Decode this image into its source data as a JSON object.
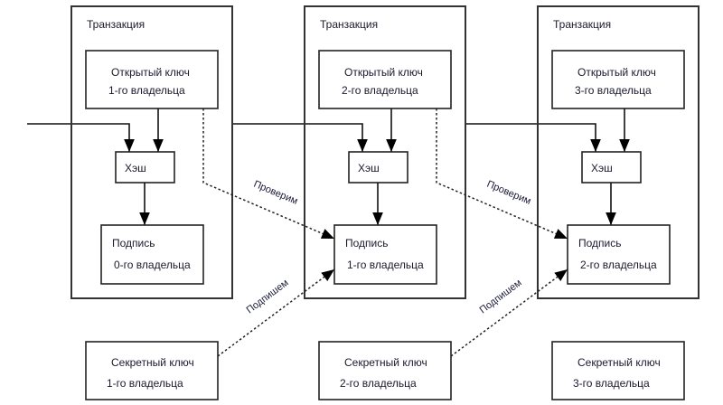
{
  "diagram": {
    "type": "bitcoin-transaction-chain",
    "transactions": [
      {
        "title": "Транзакция",
        "public_key": [
          "Открытый ключ",
          "1-го владельца"
        ],
        "hash": "Хэш",
        "signature": [
          "Подпись",
          "0-го владельца"
        ]
      },
      {
        "title": "Транзакция",
        "public_key": [
          "Открытый ключ",
          "2-го владельца"
        ],
        "hash": "Хэш",
        "signature": [
          "Подпись",
          "1-го владельца"
        ]
      },
      {
        "title": "Транзакция",
        "public_key": [
          "Открытый ключ",
          "3-го владельца"
        ],
        "hash": "Хэш",
        "signature": [
          "Подпись",
          "2-го владельца"
        ]
      }
    ],
    "secret_keys": [
      [
        "Секретный ключ",
        "1-го владельца"
      ],
      [
        "Секретный ключ",
        "2-го владельца"
      ],
      [
        "Секретный ключ",
        "3-го владельца"
      ]
    ],
    "edge_labels": {
      "verify": "Проверим",
      "sign": "Подпишем"
    },
    "edges": [
      {
        "from": "transaction-1.public_key",
        "to": "transaction-1.hash",
        "style": "solid"
      },
      {
        "from": "previous",
        "to": "transaction-1.hash",
        "style": "solid"
      },
      {
        "from": "transaction-1.hash",
        "to": "transaction-1.signature",
        "style": "solid"
      },
      {
        "from": "transaction-1",
        "to": "transaction-2.hash",
        "style": "solid"
      },
      {
        "from": "transaction-2.public_key",
        "to": "transaction-2.hash",
        "style": "solid"
      },
      {
        "from": "transaction-2.hash",
        "to": "transaction-2.signature",
        "style": "solid"
      },
      {
        "from": "transaction-2",
        "to": "transaction-3.hash",
        "style": "solid"
      },
      {
        "from": "transaction-3.public_key",
        "to": "transaction-3.hash",
        "style": "solid"
      },
      {
        "from": "transaction-3.hash",
        "to": "transaction-3.signature",
        "style": "solid"
      },
      {
        "from": "transaction-1.public_key",
        "to": "transaction-2.signature",
        "style": "dotted",
        "label": "Проверим"
      },
      {
        "from": "transaction-2.public_key",
        "to": "transaction-3.signature",
        "style": "dotted",
        "label": "Проверим"
      },
      {
        "from": "secret_key-1",
        "to": "transaction-2.signature",
        "style": "dotted",
        "label": "Подпишем"
      },
      {
        "from": "secret_key-2",
        "to": "transaction-3.signature",
        "style": "dotted",
        "label": "Подпишем"
      }
    ]
  }
}
